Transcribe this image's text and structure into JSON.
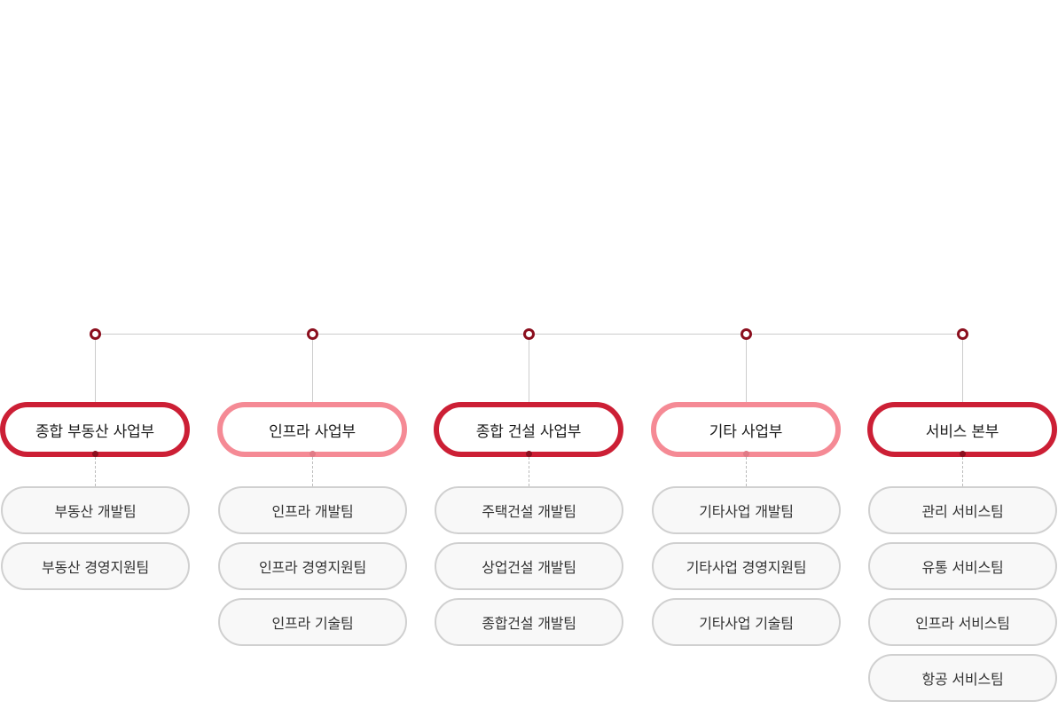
{
  "colors": {
    "primary_border": "#cc1f35",
    "light_border": "#f58a95",
    "node_ring": "#8b0f1e",
    "connector": "#cccccc",
    "team_bg": "#f8f8f8",
    "team_border": "#d0d0d0"
  },
  "divisions": [
    {
      "name": "종합 부동산 사업부",
      "style": "primary",
      "teams": [
        "부동산 개발팀",
        "부동산 경영지원팀"
      ]
    },
    {
      "name": "인프라 사업부",
      "style": "light",
      "teams": [
        "인프라 개발팀",
        "인프라 경영지원팀",
        "인프라 기술팀"
      ]
    },
    {
      "name": "종합 건설 사업부",
      "style": "primary",
      "teams": [
        "주택건설 개발팀",
        "상업건설 개발팀",
        "종합건설 개발팀"
      ]
    },
    {
      "name": "기타 사업부",
      "style": "light",
      "teams": [
        "기타사업 개발팀",
        "기타사업 경영지원팀",
        "기타사업 기술팀"
      ]
    },
    {
      "name": "서비스 본부",
      "style": "primary",
      "teams": [
        "관리 서비스팀",
        "유통 서비스팀",
        "인프라 서비스팀",
        "항공 서비스팀"
      ]
    }
  ]
}
